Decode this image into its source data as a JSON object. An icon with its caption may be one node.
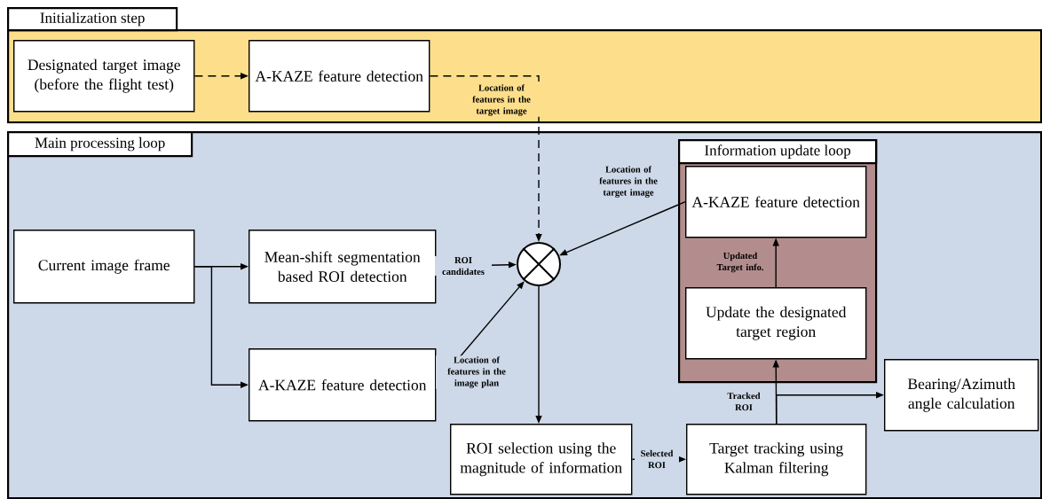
{
  "diagram": {
    "nodes": [
      {
        "text": [
          "Initialization step"
        ]
      },
      {
        "text": [
          "Designated target image (before the flight test)"
        ],
        "in": 0
      },
      {
        "text": [
          "A-KAZE feature detection"
        ],
        "in": 0
      },
      {
        "text": [
          "Main processing loop"
        ]
      },
      {
        "text": [
          "Current image frame"
        ],
        "in": 3
      },
      {
        "text": [
          "Mean-shift segmentation based ROI detection"
        ],
        "in": 3
      },
      {
        "text": [
          "A-KAZE feature detection"
        ],
        "in": 3
      },
      {
        "text": [],
        "shape": "circle",
        "in": 3
      },
      {
        "text": [
          "Information update loop"
        ],
        "in": 3
      },
      {
        "text": [
          "A-KAZE feature detection"
        ],
        "in": 8
      },
      {
        "text": [
          "Update the designated target region"
        ],
        "in": 8
      },
      {
        "text": [
          "ROI selection using the magnitude of information"
        ],
        "in": 3
      },
      {
        "text": [
          "Target tracking using Kalman filtering"
        ],
        "in": 3
      },
      {
        "text": [
          "Bearing/Azimuth angle calculation"
        ],
        "in": 3
      }
    ],
    "edges": [
      {
        "from": 1,
        "to": 2,
        "arrow": "to",
        "style": "dashed"
      },
      {
        "from": 2,
        "to": 7,
        "arrow": "to",
        "style": "dashed",
        "label": "Location of features in the target image"
      },
      {
        "from": 4,
        "to": 5,
        "arrow": "to"
      },
      {
        "from": 4,
        "to": 6,
        "arrow": "to"
      },
      {
        "from": 5,
        "to": 7,
        "arrow": "to",
        "label": "ROI candidates"
      },
      {
        "from": 6,
        "to": 7,
        "arrow": "to",
        "label": "Location of features in the image plan"
      },
      {
        "from": 9,
        "to": 7,
        "arrow": "to",
        "label": "Location of features in the target image"
      },
      {
        "from": 7,
        "to": 11,
        "arrow": "to"
      },
      {
        "from": 11,
        "to": 12,
        "arrow": "to",
        "label": "Selected ROI"
      },
      {
        "from": 12,
        "to": 10,
        "arrow": "to",
        "label": "Tracked ROI"
      },
      {
        "from": 12,
        "to": 13,
        "arrow": "to"
      },
      {
        "from": 10,
        "to": 9,
        "arrow": "to",
        "label": "Updated Target info."
      }
    ]
  }
}
